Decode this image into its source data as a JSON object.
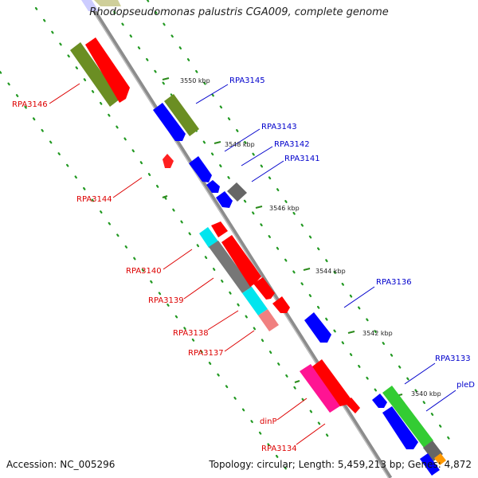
{
  "title": "Rhodopseudomonas palustris CGA009, complete genome",
  "footer": {
    "accession": "Accession: NC_005296",
    "topology": "Topology: circular; Length: 5,459,213 bp; Genes: 4,872"
  },
  "colors": {
    "backbone": "#8c8c8c",
    "tick": "#2a8a1a",
    "label_forward": "#0000cc",
    "label_reverse": "#dd0000",
    "red": "#ff0000",
    "blue": "#0000ff",
    "olive": "#6b8e23",
    "gray": "#666666",
    "cyan": "#00e5ee",
    "pink": "#ff1493",
    "light_red": "#f08080",
    "green": "#33cc33",
    "orange": "#ff9900"
  },
  "ticks": [
    "3550 kbp",
    "3548 kbp",
    "3546 kbp",
    "3544 kbp",
    "3542 kbp",
    "3540 kbp"
  ],
  "genes": [
    {
      "label": "RPA3146",
      "strand": "reverse"
    },
    {
      "label": "RPA3145",
      "strand": "forward"
    },
    {
      "label": "RPA3144",
      "strand": "reverse"
    },
    {
      "label": "RPA3143",
      "strand": "forward"
    },
    {
      "label": "RPA3142",
      "strand": "forward"
    },
    {
      "label": "RPA3141",
      "strand": "forward"
    },
    {
      "label": "RPA3140",
      "strand": "reverse"
    },
    {
      "label": "RPA3139",
      "strand": "reverse"
    },
    {
      "label": "RPA3138",
      "strand": "reverse"
    },
    {
      "label": "RPA3137",
      "strand": "reverse"
    },
    {
      "label": "RPA3136",
      "strand": "forward"
    },
    {
      "label": "RPA3133",
      "strand": "forward"
    },
    {
      "label": "pleD",
      "strand": "forward"
    },
    {
      "label": "dinP",
      "strand": "reverse"
    },
    {
      "label": "RPA3134",
      "strand": "reverse"
    }
  ]
}
